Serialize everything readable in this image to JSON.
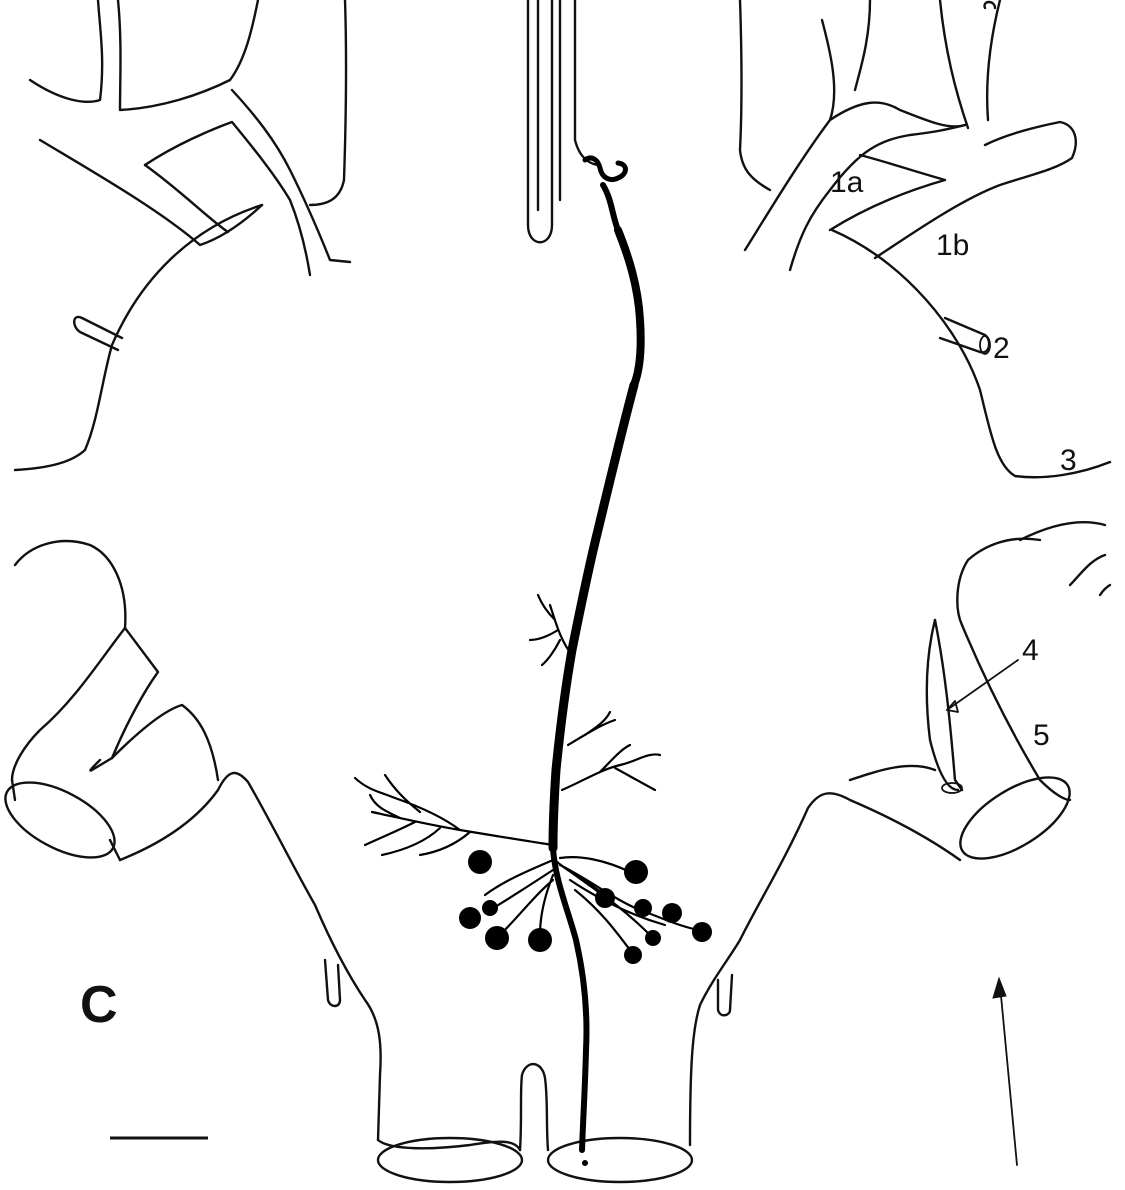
{
  "figure": {
    "panel_letter": "C",
    "labels": {
      "l1a": "1a",
      "l1b": "1b",
      "l2": "2",
      "l3": "3",
      "l4": "4",
      "l5": "5"
    },
    "colors": {
      "ink": "#111111",
      "background": "#ffffff"
    }
  }
}
